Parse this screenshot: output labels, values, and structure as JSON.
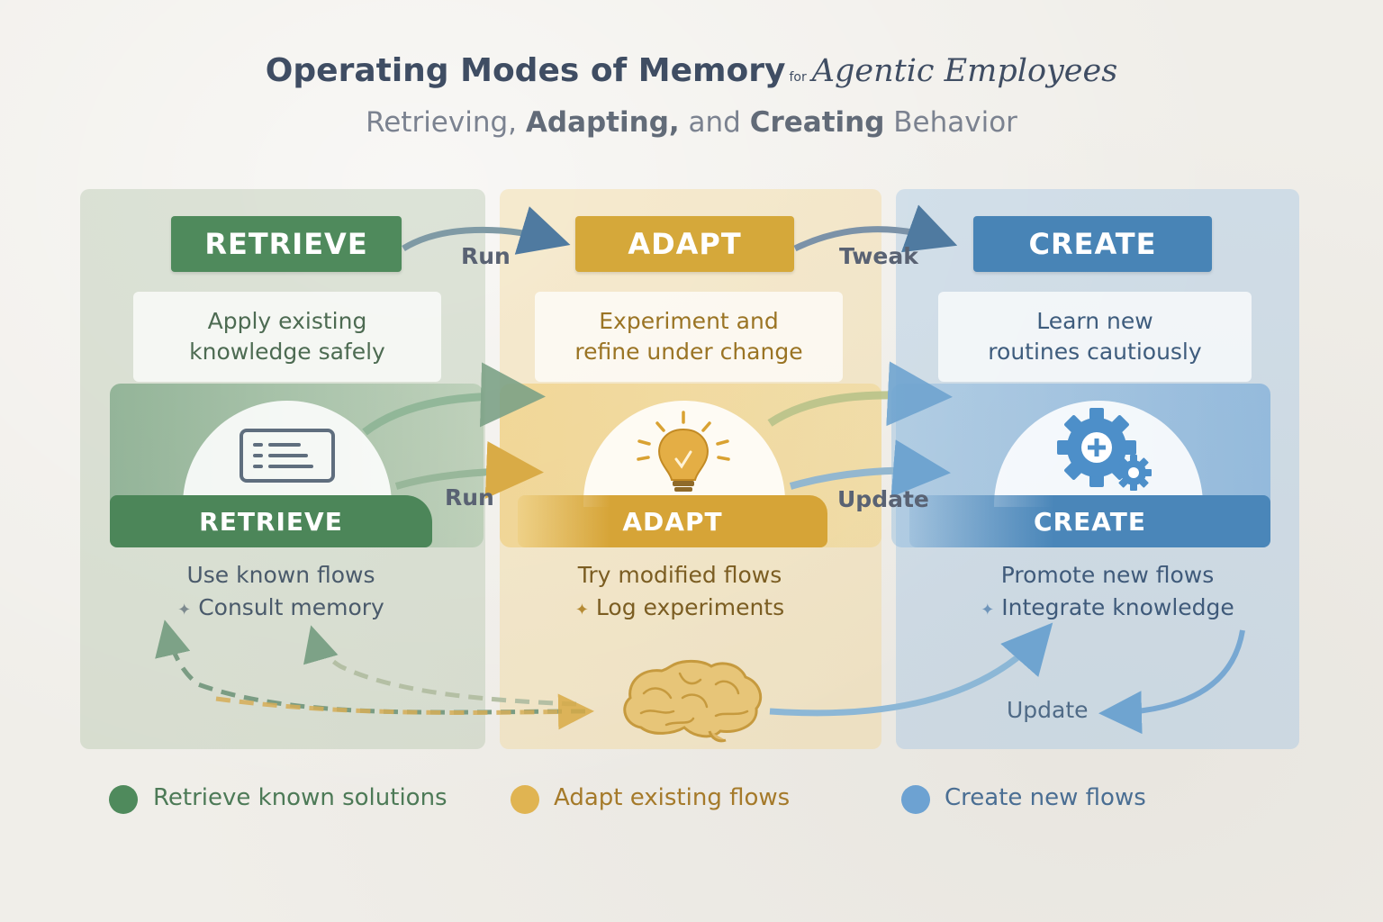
{
  "title": {
    "main": "Operating Modes of Memory",
    "connector": "for",
    "emphasis": "Agentic Employees"
  },
  "subtitle": {
    "part1": "Retrieving,",
    "part2": "Adapting,",
    "part3": "and",
    "part4": "Creating",
    "part5": "Behavior"
  },
  "colors": {
    "retrieve": "#4f8a5c",
    "adapt": "#d5a83a",
    "create": "#4884b6"
  },
  "columns": {
    "retrieve": {
      "label": "RETRIEVE",
      "desc_line1": "Apply existing",
      "desc_line2": "knowledge safely",
      "icon": "document-list-icon",
      "mode_label": "RETRIEVE",
      "line1": "Use known flows",
      "line2_bullet": "✦",
      "line2": "Consult memory"
    },
    "adapt": {
      "label": "ADAPT",
      "desc_line1": "Experiment and",
      "desc_line2": "refine under change",
      "icon": "lightbulb-icon",
      "mode_label": "ADAPT",
      "line1": "Try modified flows",
      "line2_bullet": "✦",
      "line2": "Log experiments"
    },
    "create": {
      "label": "CREATE",
      "desc_line1": "Learn new",
      "desc_line2": "routines cautiously",
      "icon": "gears-icon",
      "mode_label": "CREATE",
      "line1": "Promote new flows",
      "line2_bullet": "✦",
      "line2": "Integrate knowledge"
    }
  },
  "connectors": {
    "top_left": "Run",
    "top_right": "Tweak",
    "mid_left": "Run",
    "mid_right": "Update",
    "bottom_right": "Update"
  },
  "center_icon": "brain-icon",
  "legend": [
    {
      "label": "Retrieve known solutions",
      "color": "#4f8a5c",
      "text_color": "#4d7a57"
    },
    {
      "label": "Adapt existing flows",
      "color": "#e0b452",
      "text_color": "#a57a2a"
    },
    {
      "label": "Create new flows",
      "color": "#6da2d2",
      "text_color": "#4a6e93"
    }
  ]
}
